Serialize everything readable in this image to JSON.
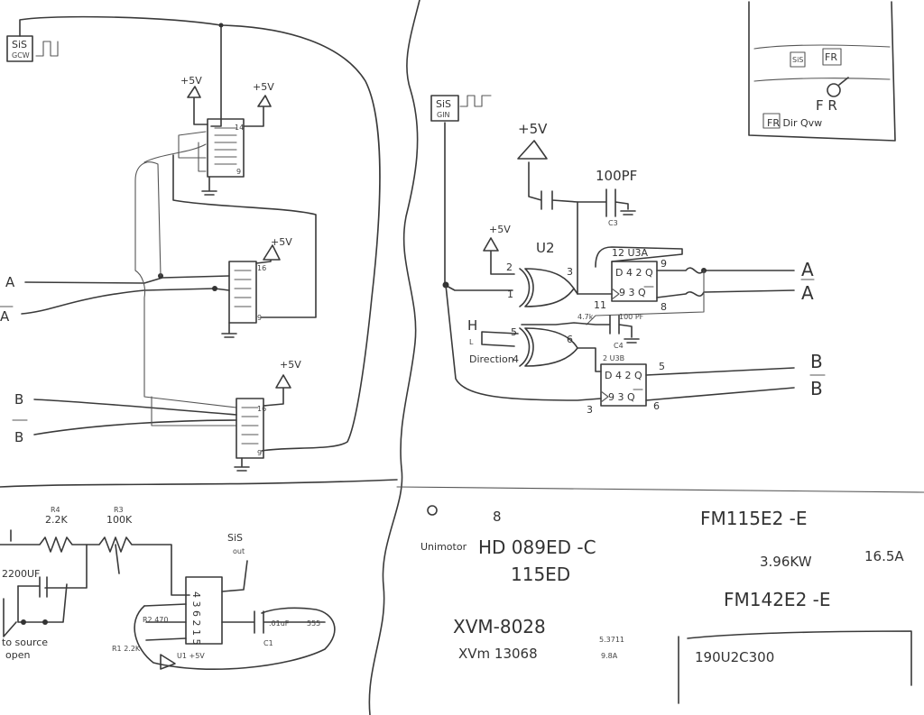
{
  "left_top": {
    "sig_box": "SiS",
    "sig_box_sub": "GCW",
    "vcc_1": "+5V",
    "vcc_2": "+5V",
    "vcc_3": "+5V",
    "vcc_4": "+5V",
    "pin_14": "14",
    "pin_16a": "16",
    "pin_16b": "16",
    "pin_9a": "9",
    "pin_9b": "9",
    "pin_9c": "9",
    "in_a": "A",
    "in_a_bar": "A",
    "in_b": "B",
    "in_b_bar": "B"
  },
  "right_top": {
    "sig_box": "SiS",
    "sig_box_sub": "GIN",
    "vcc_1": "+5V",
    "vcc_2": "+5V",
    "cap_label": "100PF",
    "cap_ref": "C3",
    "gate_ref": "U2",
    "pin_2": "2",
    "pin_1": "1",
    "pin_3": "3",
    "pin_11": "11",
    "ff_a_header": "12 U3A",
    "ff_a_body_1": "D 4 2 Q",
    "ff_a_body_2": "9 3 Q",
    "ff_a_pin_9": "9",
    "ff_a_pin_8": "8",
    "out_a": "A",
    "out_a_bar": "A",
    "h_label": "H",
    "l_label": "L",
    "direction_label": "Direction",
    "pin_5": "5",
    "pin_4": "4",
    "pin_6": "6",
    "res2_label": "4.7k",
    "cap2_label": "100 PF",
    "cap2_ref": "C4",
    "u3b_label": "2 U3B",
    "ff_b_body_1": "D 4 2 Q",
    "ff_b_body_2": "9 3 Q",
    "ff_b_pin_5": "5",
    "ff_b_pin_3": "3",
    "ff_b_pin_6": "6",
    "out_b": "B",
    "out_b_bar": "B"
  },
  "inset": {
    "top_label": "SiS",
    "fr_label": "FR",
    "direction_text": "F R",
    "bottom_text": "FR Dir Qvw"
  },
  "bottom_left": {
    "r4_value": "2.2K",
    "r4_ref": "R4",
    "r3_value": "100K",
    "r3_ref": "R3",
    "cap_value": "2200UF",
    "sig_label": "SiS",
    "sig_sub": "out",
    "u1_pins": "4 3 6 2 1 5",
    "r2_label": "R2 470",
    "r1_label": "R1 2.2K",
    "u1_label": "U1 +5V",
    "c1_label": ".01uF",
    "c1_ref": "C1",
    "ss_label": "555",
    "open_source_1": "open",
    "open_source_2": "to source"
  },
  "bottom_right": {
    "mark_8": "8",
    "line_1_prefix": "Unimotor",
    "line_1_model": "HD 089ED -C",
    "line_2": "115ED",
    "line_3": "XVM-8028",
    "line_4": "XVm 13068",
    "line_5a": "5.3711",
    "line_5b": "9.8A",
    "model_1": "FM115E2 -E",
    "power": "3.96KW",
    "current": "16.5A",
    "model_2": "FM142E2 -E",
    "box_text": "190U2C300"
  }
}
